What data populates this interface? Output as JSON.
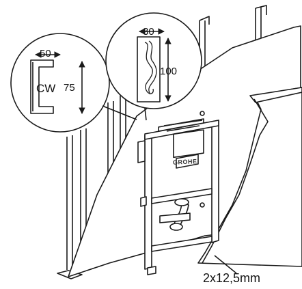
{
  "profile_cw": {
    "width_label": "50",
    "height_label": "75",
    "type_label": "CW"
  },
  "stud_detail": {
    "width_label": "30",
    "height_label": "100"
  },
  "board_label": "2x12,5mm",
  "frame_brand": "GROHE",
  "colors": {
    "line": "#1a1a1a",
    "fill": "#ffffff",
    "shade": "#d9d9d9"
  }
}
